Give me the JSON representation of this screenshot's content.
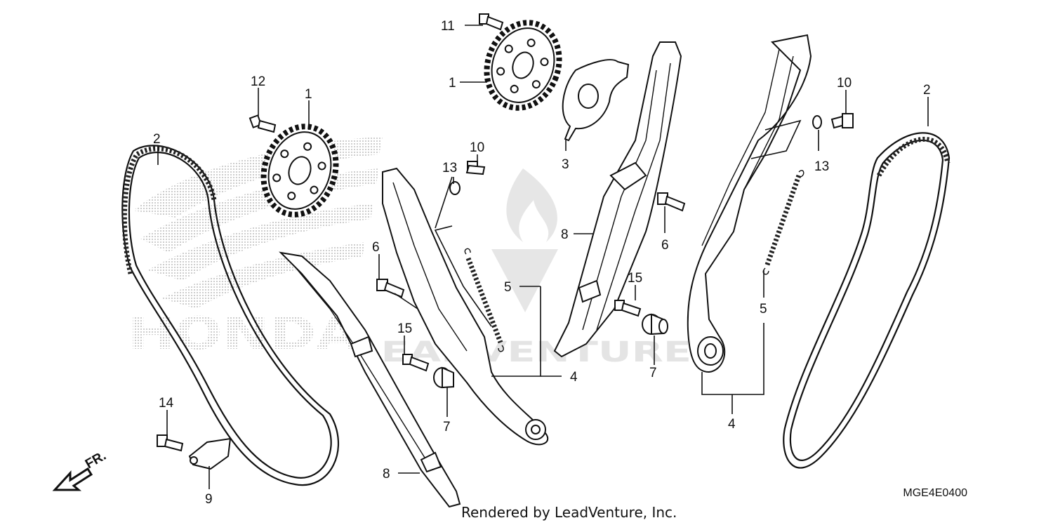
{
  "diagram": {
    "code": "MGE4E0400",
    "credit": "Rendered by LeadVenture, Inc.",
    "watermark_brand": "HONDA",
    "watermark_vendor": "LEADVENTURE",
    "direction_label": "FR.",
    "callouts": {
      "c1a": "1",
      "c1b": "1",
      "c2a": "2",
      "c2b": "2",
      "c3": "3",
      "c4a": "4",
      "c4b": "4",
      "c5a": "5",
      "c5b": "5",
      "c6a": "6",
      "c6b": "6",
      "c7a": "7",
      "c7b": "7",
      "c8a": "8",
      "c8b": "8",
      "c9": "9",
      "c10a": "10",
      "c10b": "10",
      "c11": "11",
      "c12": "12",
      "c13a": "13",
      "c13b": "13",
      "c14": "14",
      "c15a": "15",
      "c15b": "15"
    }
  }
}
